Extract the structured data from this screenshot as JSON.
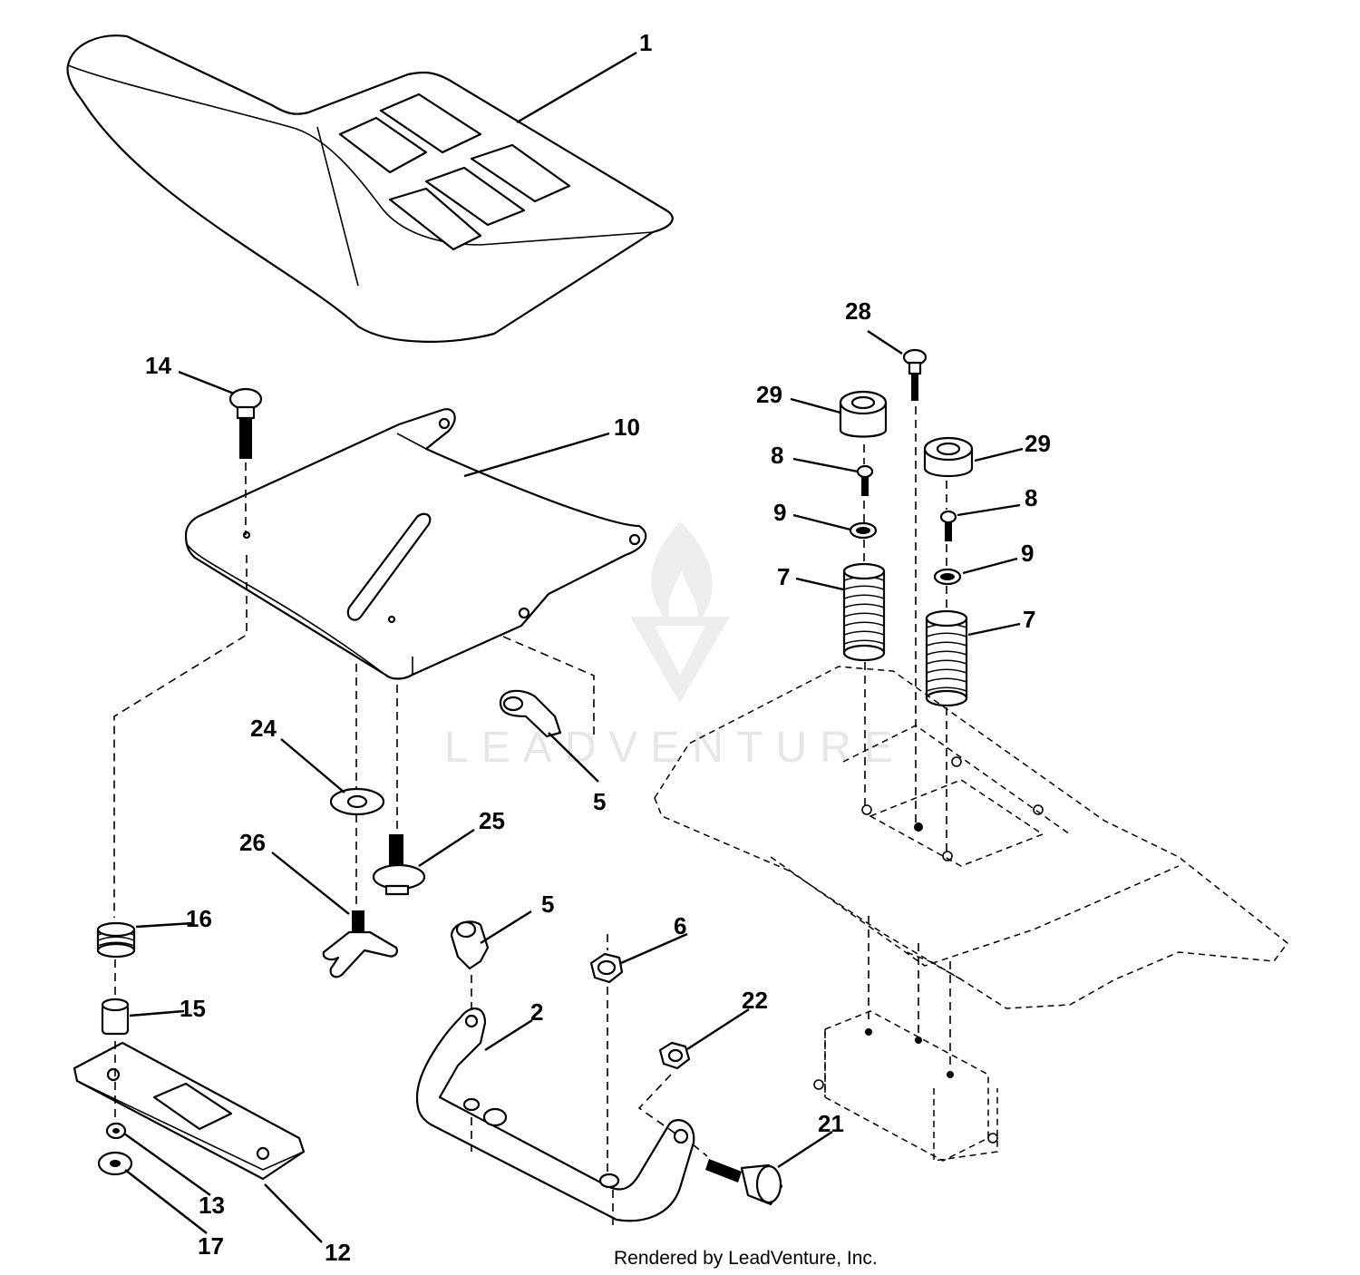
{
  "callouts": {
    "c1": "1",
    "c2": "2",
    "c5a": "5",
    "c5b": "5",
    "c6": "6",
    "c7a": "7",
    "c7b": "7",
    "c8a": "8",
    "c8b": "8",
    "c9a": "9",
    "c9b": "9",
    "c10": "10",
    "c12": "12",
    "c13": "13",
    "c14": "14",
    "c15": "15",
    "c16": "16",
    "c17": "17",
    "c21": "21",
    "c22": "22",
    "c24": "24",
    "c25": "25",
    "c26": "26",
    "c28": "28",
    "c29a": "29",
    "c29b": "29"
  },
  "watermark": {
    "text": "LEADVENTURE",
    "color": "#e6e6e6"
  },
  "credit": "Rendered by LeadVenture, Inc."
}
